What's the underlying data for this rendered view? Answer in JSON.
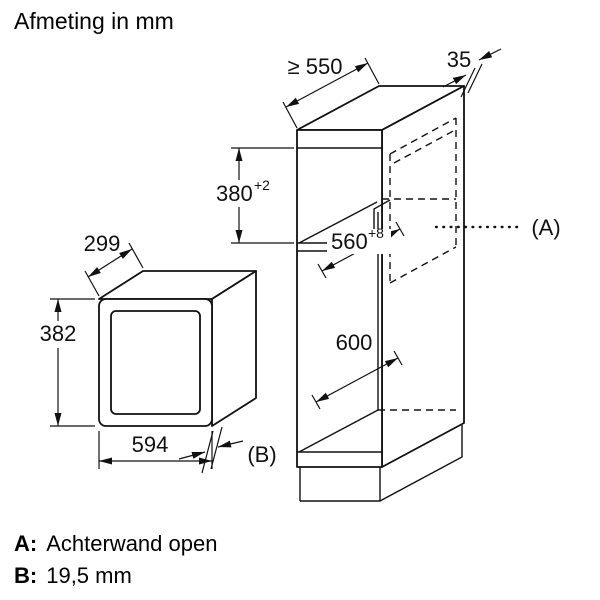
{
  "title": "Afmeting in mm",
  "diagram": {
    "oven": {
      "depth": "299",
      "height": "382",
      "width": "594",
      "door_ref": "(B)"
    },
    "cabinet": {
      "min_depth": "≥ 550",
      "back_strip": "35",
      "niche_height": {
        "value": "380",
        "tolerance": "+2"
      },
      "niche_width": {
        "value": "560",
        "tolerance": "+8"
      },
      "lower_depth": "600",
      "back_ref": "(A)"
    }
  },
  "legend": {
    "a": {
      "label": "A:",
      "text": "Achterwand open"
    },
    "b": {
      "label": "B:",
      "text": "19,5 mm"
    }
  }
}
